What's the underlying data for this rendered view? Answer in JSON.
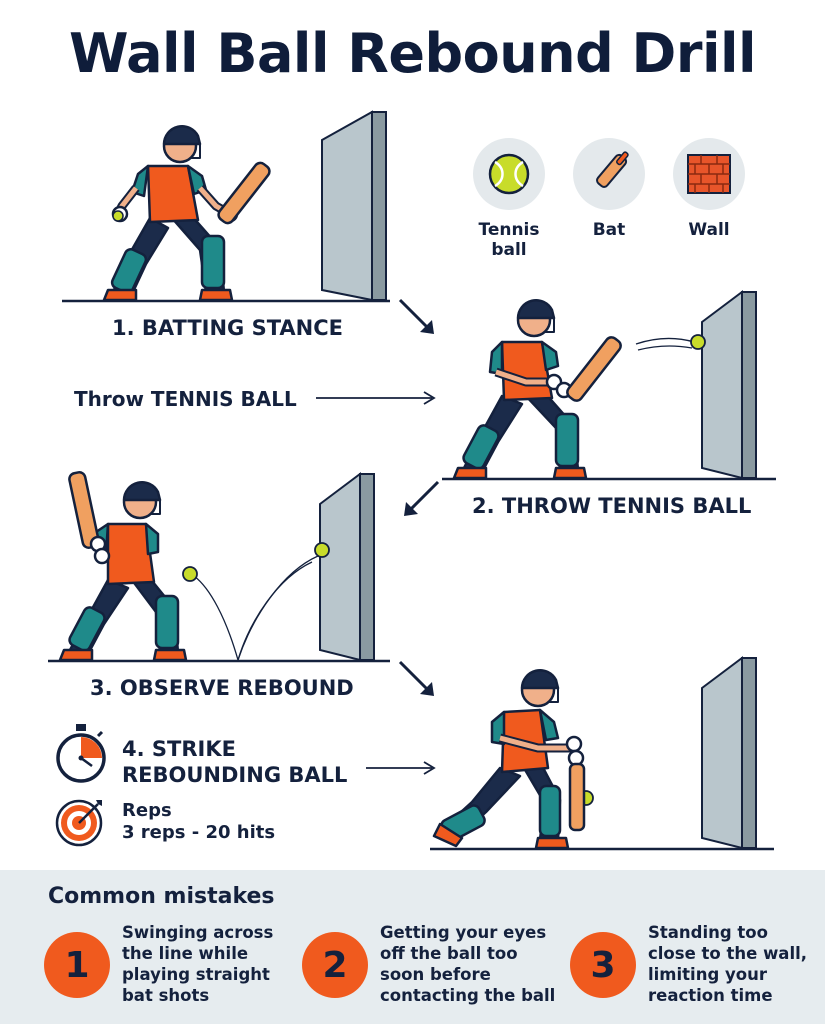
{
  "title": "Wall Ball Rebound Drill",
  "equipment": [
    {
      "label": "Tennis ball",
      "icon": "tennis-ball-icon"
    },
    {
      "label": "Bat",
      "icon": "bat-icon"
    },
    {
      "label": "Wall",
      "icon": "brick-wall-icon"
    }
  ],
  "steps": [
    {
      "label": "1. BATTING STANCE"
    },
    {
      "label": "2. THROW TENNIS BALL"
    },
    {
      "label": "3. OBSERVE REBOUND"
    },
    {
      "label_line1": "4. STRIKE",
      "label_line2": "REBOUNDING BALL"
    }
  ],
  "throw_instruction": "Throw TENNIS BALL",
  "reps": {
    "title": "Reps",
    "value": "3 reps - 20 hits"
  },
  "mistakes": {
    "title": "Common mistakes",
    "items": [
      {
        "num": "1",
        "text": "Swinging across the line while playing straight bat shots"
      },
      {
        "num": "2",
        "text": "Getting your eyes off the ball too soon before contacting the ball"
      },
      {
        "num": "3",
        "text": "Standing too close to the wall, limiting your reaction time"
      }
    ]
  },
  "colors": {
    "navy": "#14213d",
    "orange": "#f05a1e",
    "teal": "#1f8a8a",
    "wall": "#b9c6cc",
    "wall_side": "#8a9aa1",
    "ball": "#c8dc2a",
    "bat": "#f0a060",
    "panel": "#e6ecef"
  }
}
